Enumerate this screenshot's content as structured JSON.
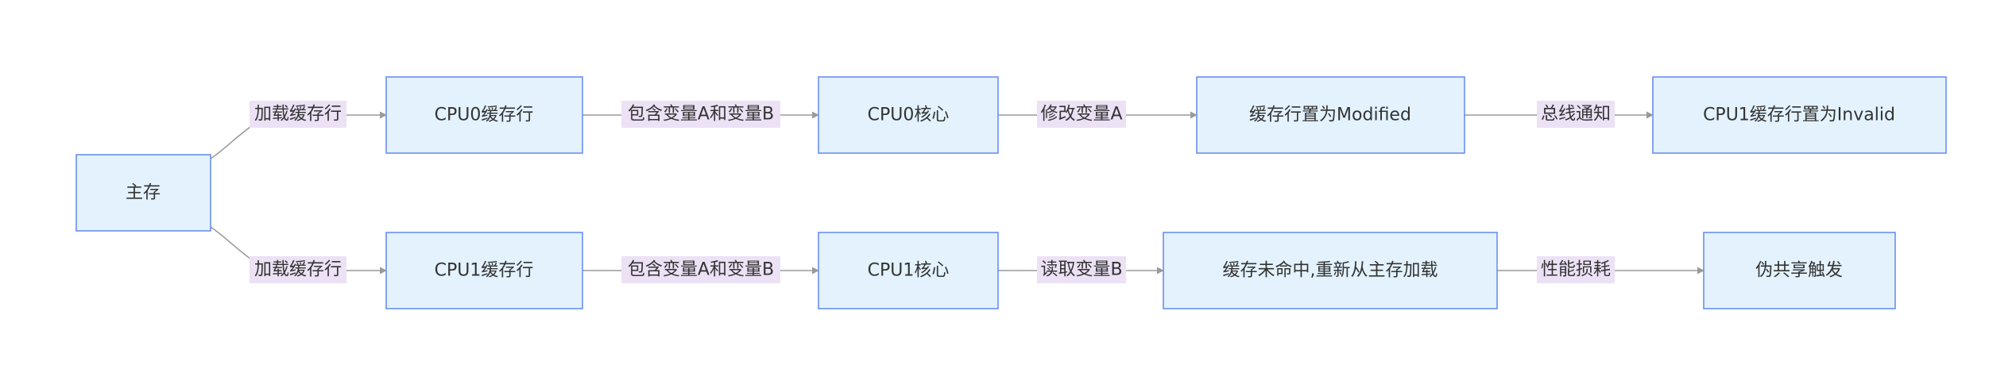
{
  "nodes": {
    "main_memory": "主存",
    "cpu0_cache_line": "CPU0缓存行",
    "cpu0_core": "CPU0核心",
    "cache_line_modified": "缓存行置为Modified",
    "cpu1_cache_invalid": "CPU1缓存行置为Invalid",
    "cpu1_cache_line": "CPU1缓存行",
    "cpu1_core": "CPU1核心",
    "cache_miss_reload": "缓存未命中,重新从主存加载",
    "false_sharing": "伪共享触发"
  },
  "edges": {
    "load_line_top": "加载缓存行",
    "contains_ab_top": "包含变量A和变量B",
    "modify_a": "修改变量A",
    "bus_notify": "总线通知",
    "load_line_bottom": "加载缓存行",
    "contains_ab_bottom": "包含变量A和变量B",
    "read_b": "读取变量B",
    "perf_cost": "性能损耗"
  },
  "colors": {
    "node_fill": "#e3f2fd",
    "node_stroke": "#6a8ff0",
    "edge_stroke": "#9a9a9a",
    "edge_label_bg": "#ece1f5",
    "text": "#333333"
  }
}
